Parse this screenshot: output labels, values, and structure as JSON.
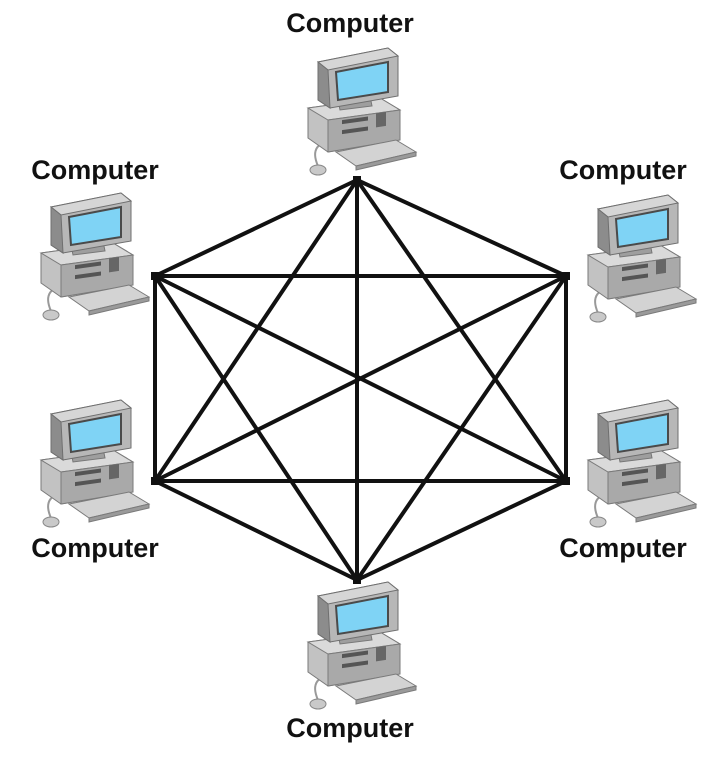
{
  "nodes": [
    {
      "id": "top",
      "label": "Computer"
    },
    {
      "id": "upleft",
      "label": "Computer"
    },
    {
      "id": "upright",
      "label": "Computer"
    },
    {
      "id": "lowleft",
      "label": "Computer"
    },
    {
      "id": "lowright",
      "label": "Computer"
    },
    {
      "id": "bottom",
      "label": "Computer"
    }
  ],
  "links": [
    [
      "top",
      "upleft"
    ],
    [
      "top",
      "upright"
    ],
    [
      "top",
      "lowleft"
    ],
    [
      "top",
      "lowright"
    ],
    [
      "top",
      "bottom"
    ],
    [
      "upleft",
      "upright"
    ],
    [
      "upleft",
      "lowleft"
    ],
    [
      "upleft",
      "lowright"
    ],
    [
      "upleft",
      "bottom"
    ],
    [
      "upright",
      "lowleft"
    ],
    [
      "upright",
      "lowright"
    ],
    [
      "upright",
      "bottom"
    ],
    [
      "lowleft",
      "lowright"
    ],
    [
      "lowleft",
      "bottom"
    ],
    [
      "lowright",
      "bottom"
    ]
  ],
  "colors": {
    "monitor_body": "#b7b7b7",
    "monitor_shade": "#8c8c8c",
    "screen": "#7fd3f5",
    "link": "#111111"
  }
}
